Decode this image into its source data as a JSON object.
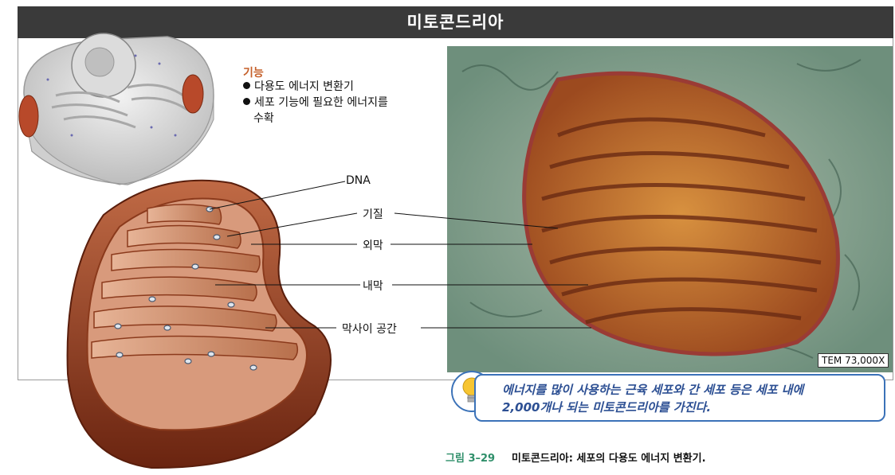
{
  "header": {
    "title": "미토콘드리아"
  },
  "function_box": {
    "title": "기능",
    "bullets": [
      "다용도 에너지 변환기",
      "세포 기능에 필요한 에너지를",
      "수확"
    ]
  },
  "labels": {
    "dna": "DNA",
    "matrix": "기질",
    "outer_membrane": "외막",
    "inner_membrane": "내막",
    "intermembrane_space": "막사이 공간"
  },
  "micrograph": {
    "magnification": "TEM 73,000X"
  },
  "note": {
    "icon": "lightbulb-icon",
    "line1": "에너지를 많이 사용하는 근육 세포와 간 세포 등은 세포 내에",
    "line2": "2,000개나 되는 미토콘드리아를 가진다."
  },
  "caption": {
    "figure_number": "그림 3–29",
    "text": "미토콘드리아: 세포의 다용도 에너지 변환기."
  },
  "colors": {
    "header_bg": "#3a3a3a",
    "function_title": "#c5602a",
    "note_border": "#3b72b8",
    "note_text": "#2c4f93",
    "caption_figure": "#2f8f6a",
    "mitochondrion": "#8b3a1c",
    "micrograph_bg": "#8fa995"
  }
}
